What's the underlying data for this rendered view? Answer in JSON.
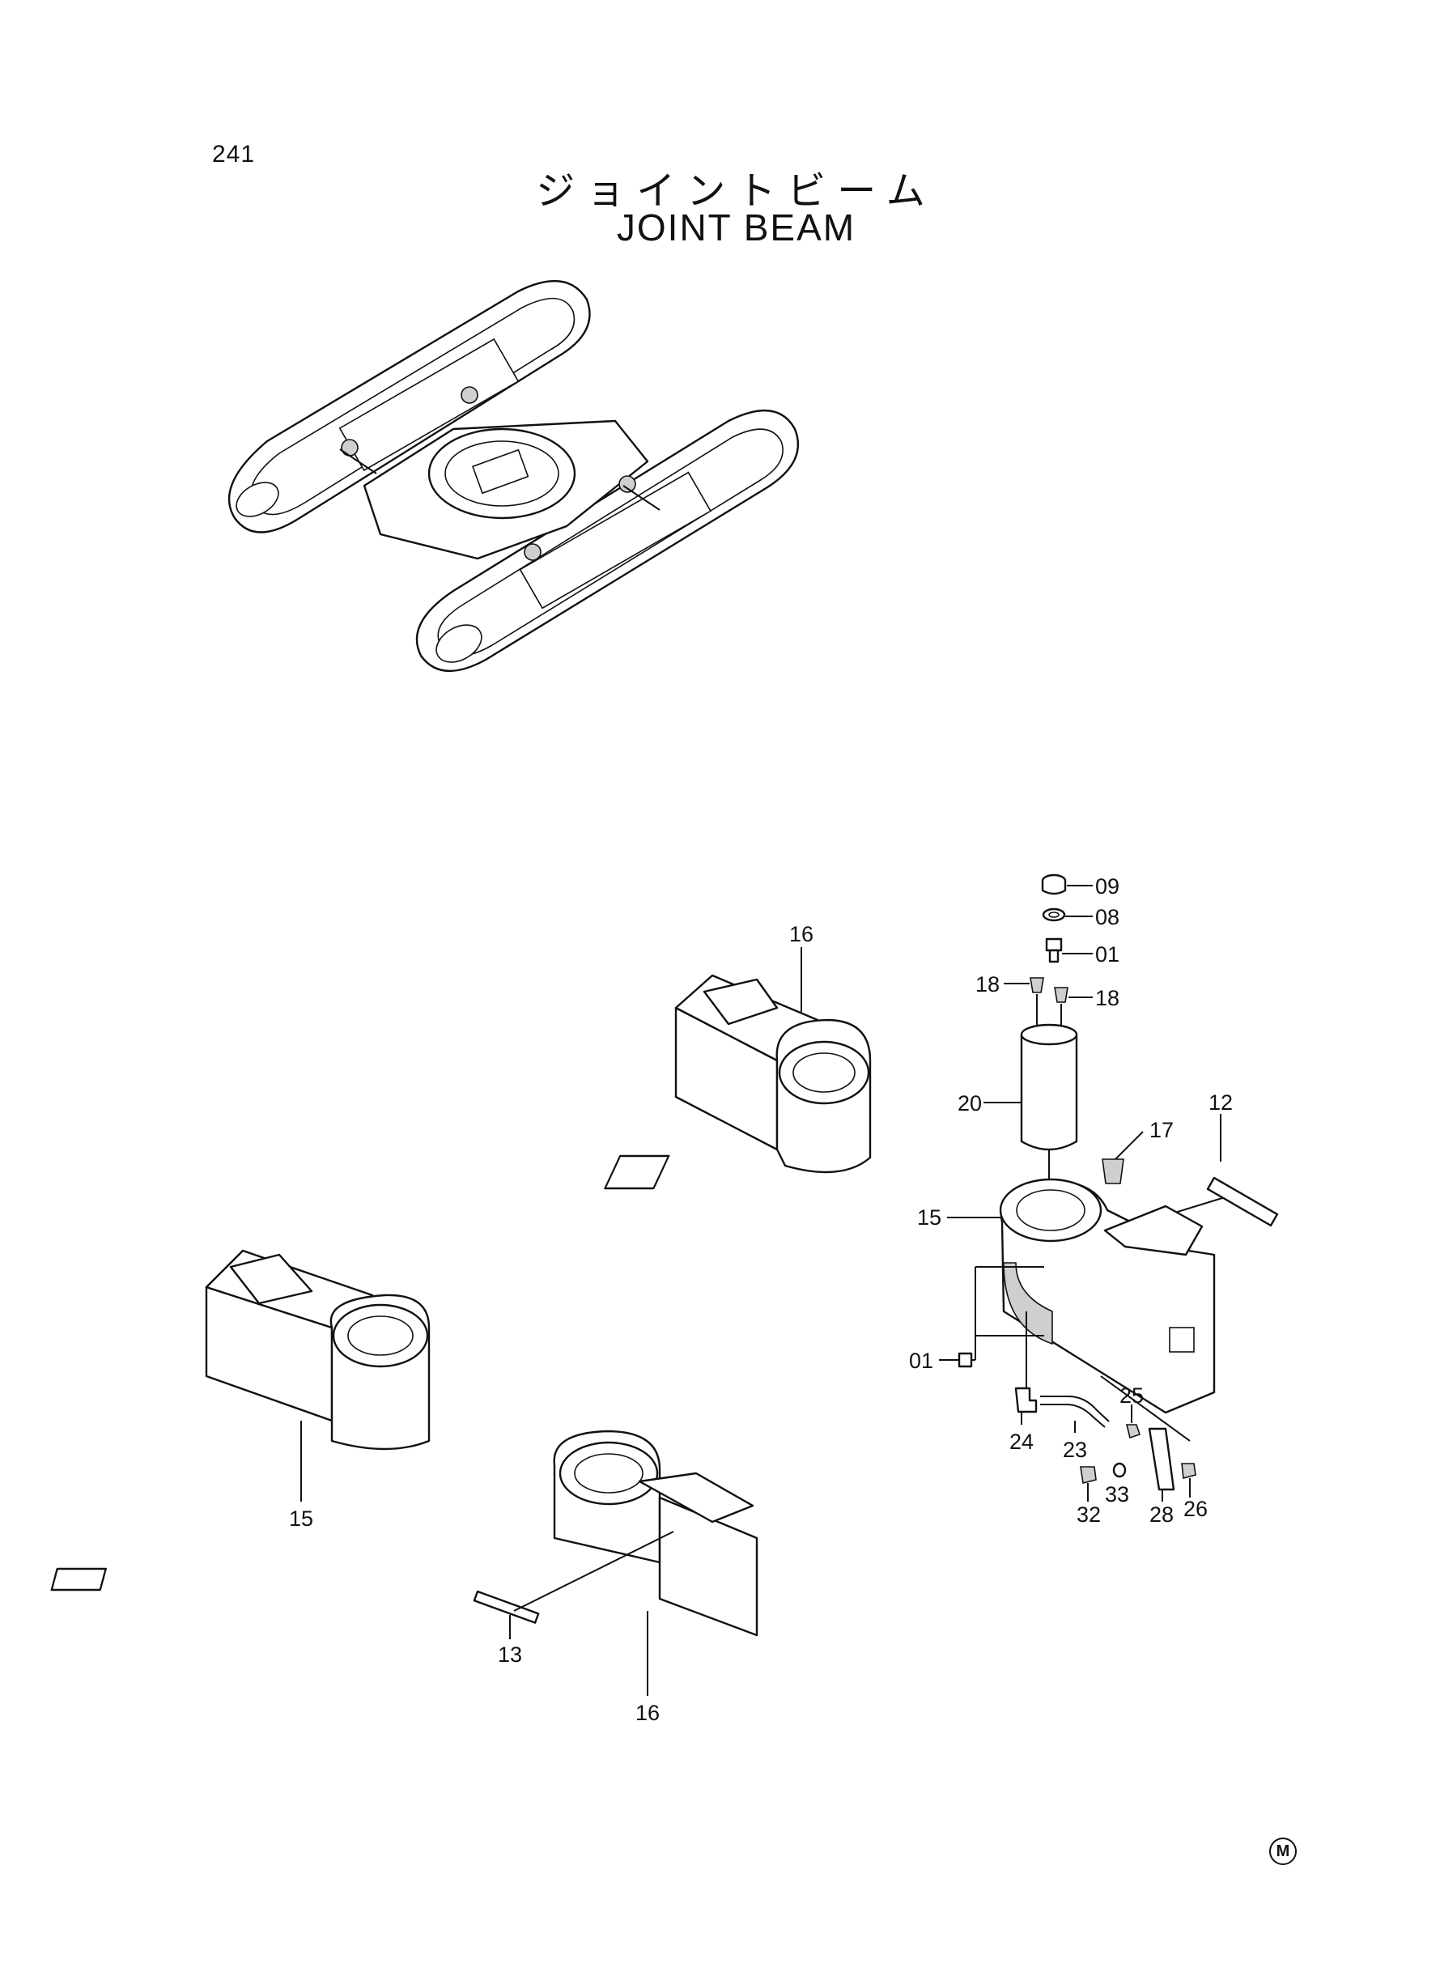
{
  "page_number": "241",
  "title_jp": "ジョイントビーム",
  "title_en": "JOINT BEAM",
  "mark": "M",
  "callouts": {
    "c09": "09",
    "c08": "08",
    "c01a": "01",
    "c18a": "18",
    "c18b": "18",
    "c20": "20",
    "c16a": "16",
    "c17": "17",
    "c12": "12",
    "c15a": "15",
    "c01b": "01",
    "c24": "24",
    "c23": "23",
    "c25": "25",
    "c33": "33",
    "c32": "32",
    "c28": "28",
    "c26": "26",
    "c15b": "15",
    "c13": "13",
    "c16b": "16"
  }
}
